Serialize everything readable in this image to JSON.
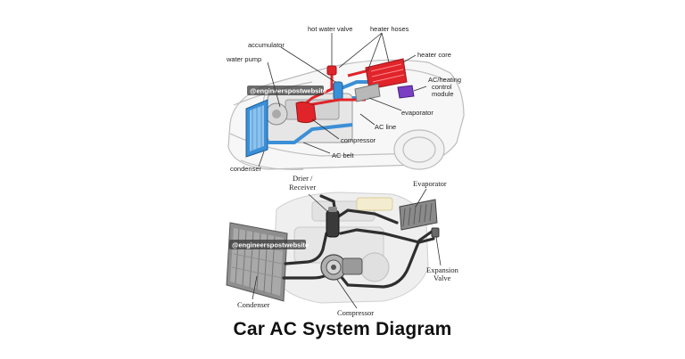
{
  "top_diagram": {
    "watermark": "@engineerspostwebsite",
    "labels": {
      "hot_water_valve": "hot water valve",
      "heater_hoses": "heater hoses",
      "accumulator": "accumulator",
      "heater_core": "heater core",
      "water_pump": "water pump",
      "ac_heating_1": "AC/heating",
      "ac_heating_2": "control",
      "ac_heating_3": "module",
      "evaporator": "evaporator",
      "ac_line": "AC line",
      "compressor": "compressor",
      "ac_belt": "AC belt",
      "condenser": "condenser"
    }
  },
  "bottom_diagram": {
    "watermark": "@engineerspostwebsite",
    "labels": {
      "drier_1": "Drier /",
      "drier_2": "Receiver",
      "evaporator": "Evaporator",
      "expansion_1": "Expansion",
      "expansion_2": "Valve",
      "condenser": "Condenser",
      "compressor": "Compressor"
    }
  },
  "title": "Car AC System Diagram",
  "colors": {
    "refrigerant_hot": "#e0242a",
    "coolant_blue": "#3b8fd6",
    "module_purple": "#7b3fc4",
    "metal_gray": "#888888"
  }
}
